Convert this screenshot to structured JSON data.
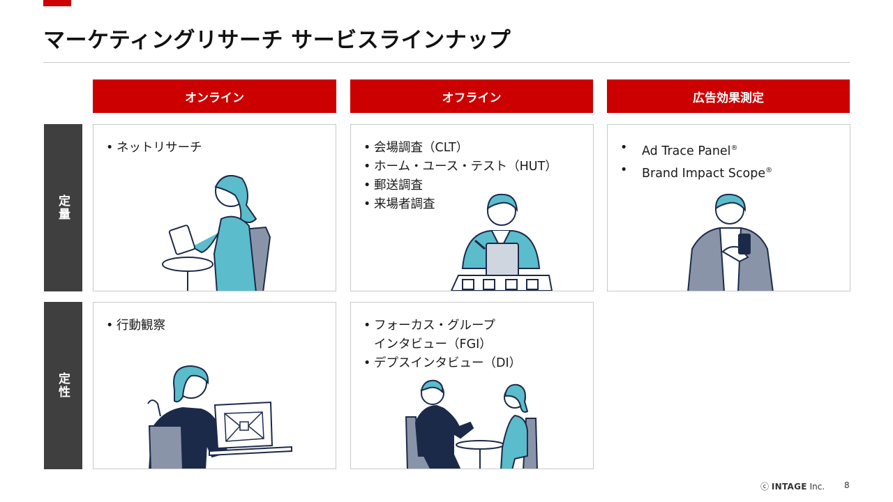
{
  "title": "マーケティングリサーチ サービスラインナップ",
  "columns": [
    {
      "label": "オンライン"
    },
    {
      "label": "オフライン"
    },
    {
      "label": "広告効果測定"
    }
  ],
  "rows": [
    {
      "label": "定量"
    },
    {
      "label": "定性"
    }
  ],
  "cells": {
    "quant_online": [
      "ネットリサーチ"
    ],
    "quant_offline": [
      "会場調査（CLT）",
      "ホーム・ユース・テスト（HUT）",
      "郵送調査",
      "来場者調査"
    ],
    "quant_ad": [
      {
        "name": "Ad Trace Panel",
        "mark": "®"
      },
      {
        "name": "Brand Impact Scope",
        "mark": "®"
      }
    ],
    "qual_online": [
      "行動観察"
    ],
    "qual_offline": [
      "フォーカス・グループ",
      "インタビュー（FGI）",
      "デプスインタビュー（DI）"
    ]
  },
  "footer": {
    "copyright_symbol": "ⓒ",
    "company": "INTAGE",
    "suffix": "Inc.",
    "page_number": "8"
  },
  "colors": {
    "accent_red": "#cc0000",
    "row_label_bg": "#3f3f3f",
    "illustration_teal": "#5bbccc",
    "illustration_navy": "#1c2a4a",
    "illustration_gray": "#8a94a8"
  }
}
